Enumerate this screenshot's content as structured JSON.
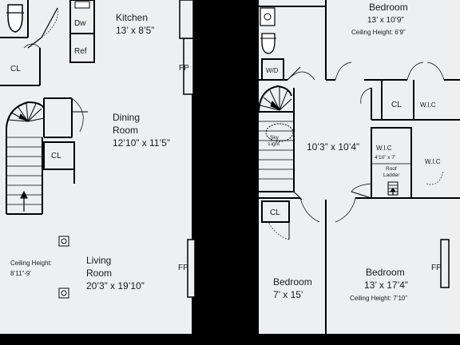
{
  "rooms": {
    "kitchen": {
      "name": "Kitchen",
      "size": "13’ x 8’5”"
    },
    "dining": {
      "name1": "Dining",
      "name2": "Room",
      "size": "12’10” x 11’5”"
    },
    "living": {
      "name1": "Living",
      "name2": "Room",
      "size": "20’3” x 19’10”"
    },
    "living_ceiling": {
      "label": "Ceiling Height:",
      "value": "8’11”-9’"
    },
    "bedroom_top": {
      "name": "Bedroom",
      "size": "13’ x 10’9”",
      "ceiling": "Ceiling Height: 6’9”"
    },
    "hall": {
      "size": "10’3” x 10’4”"
    },
    "bedroom_small": {
      "name": "Bedroom",
      "size": "7’ x 15’"
    },
    "bedroom_big": {
      "name": "Bedroom",
      "size": "13’ x 17’4”",
      "ceiling": "Ceiling Height: 7’10”"
    }
  },
  "labels": {
    "dw": "Dw",
    "ref": "Ref",
    "cl": "CL",
    "fp": "FP",
    "wd": "W/D",
    "wic": "W.I.C",
    "wic_small": "W.I.C",
    "wic_small_size": "4’10” x 7’",
    "sky1": "Sky",
    "sky2": "Light",
    "roof1": "Roof",
    "roof2": "Ladder"
  },
  "colors": {
    "floor": "#eeeff1",
    "wall": "#000000",
    "background": "#000000"
  }
}
